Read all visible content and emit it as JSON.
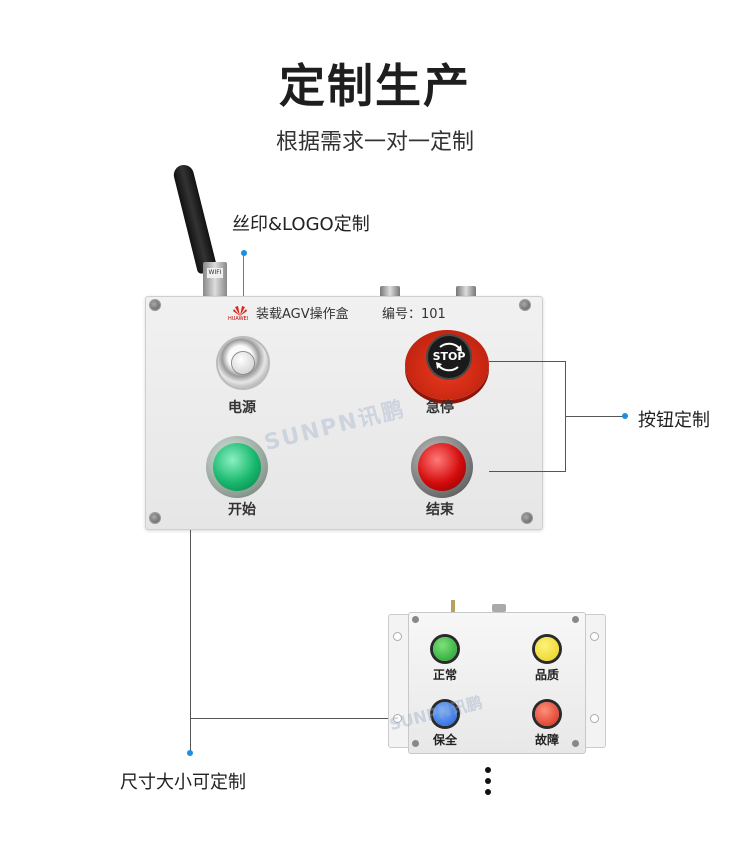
{
  "header": {
    "title": "定制生产",
    "subtitle": "根据需求一对一定制"
  },
  "callouts": {
    "silkscreen": "丝印&LOGO定制",
    "buttons": "按钮定制",
    "size": "尺寸大小可定制"
  },
  "main_box": {
    "brand": "HUAWEI",
    "name": "装载AGV操作盒",
    "serial": "编号：101",
    "antenna_tag": "WIFI",
    "watermark": "SUNPN讯鹏",
    "buttons": [
      {
        "label": "电源",
        "color": "#c8c8c8"
      },
      {
        "label": "急停",
        "color": "#d9261c",
        "cap": "STOP"
      },
      {
        "label": "开始",
        "color": "#17b76d"
      },
      {
        "label": "结束",
        "color": "#d40c0c"
      }
    ]
  },
  "small_box": {
    "watermark": "SUNPN讯鹏",
    "buttons": [
      {
        "label": "正常",
        "color": "#1a9e2a"
      },
      {
        "label": "品质",
        "color": "#e8cf1a"
      },
      {
        "label": "保全",
        "color": "#1f5fd6"
      },
      {
        "label": "故障",
        "color": "#d42a1a"
      }
    ]
  },
  "colors": {
    "accent": "#1c8fe0",
    "line": "#555555"
  }
}
